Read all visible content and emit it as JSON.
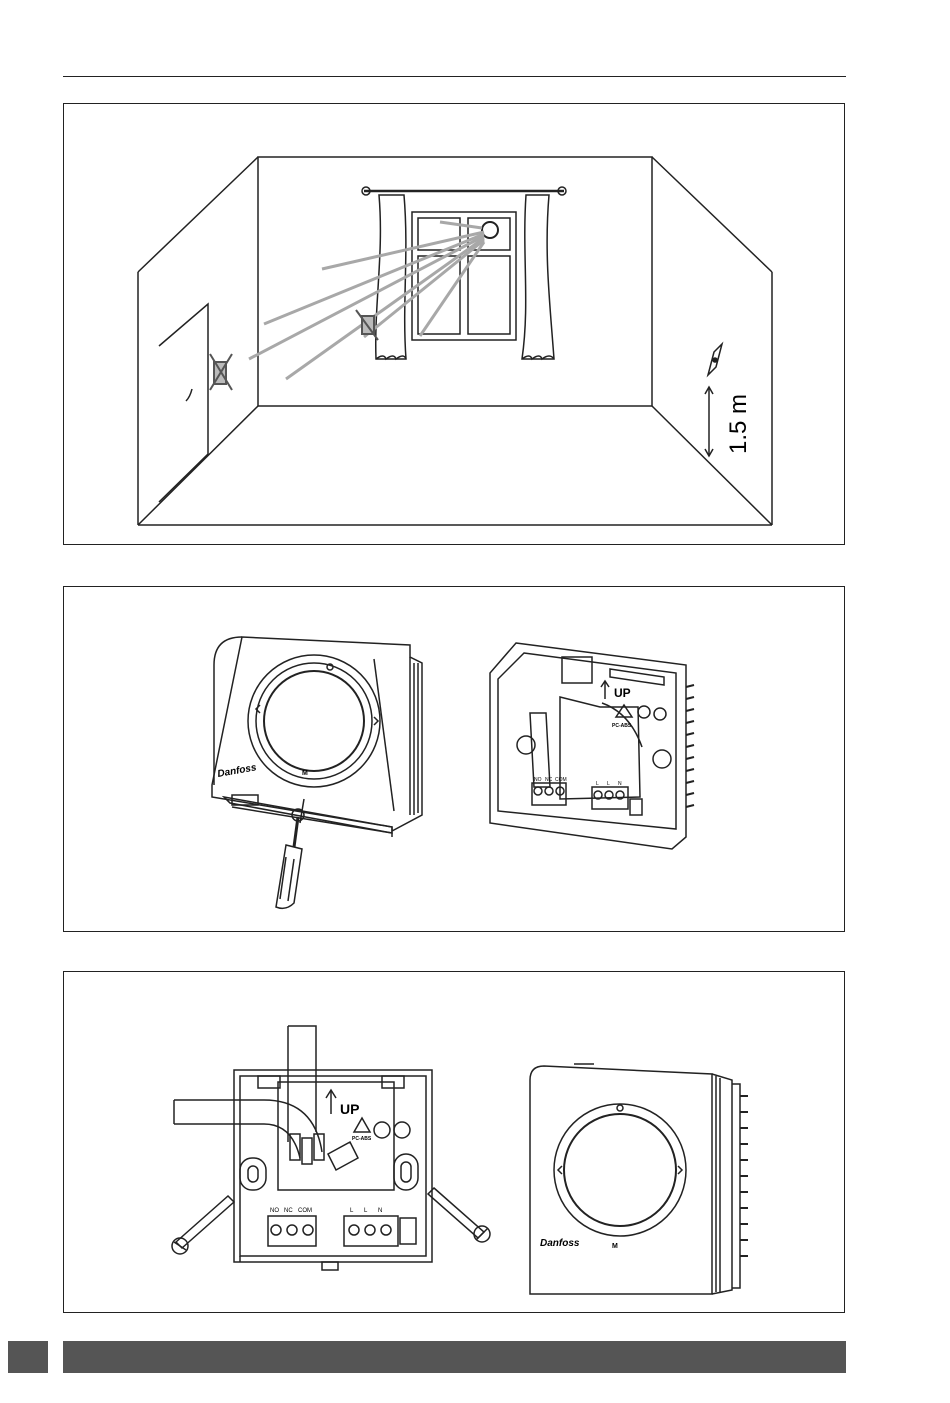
{
  "room_figure": {
    "height_label": "1.5 m"
  },
  "mount_figure": {
    "front_brand": "Danfoss",
    "dial_marker_bottom": "M",
    "back_up_label": "UP",
    "back_material_label": "PC-ABS",
    "relay_terminals": [
      "NO",
      "NC",
      "COM"
    ],
    "power_terminals": [
      "L",
      "L",
      "N"
    ]
  },
  "install_figure": {
    "up_label": "UP",
    "material_label": "PC-ABS",
    "relay_terminals": [
      "NO",
      "NC",
      "COM"
    ],
    "power_terminals": [
      "L",
      "L",
      "N"
    ],
    "front_brand": "Danfoss",
    "dial_marker_bottom": "M"
  },
  "colors": {
    "line": "#222222",
    "sun_ray": "#a8a8a8",
    "footer": "#555555"
  }
}
